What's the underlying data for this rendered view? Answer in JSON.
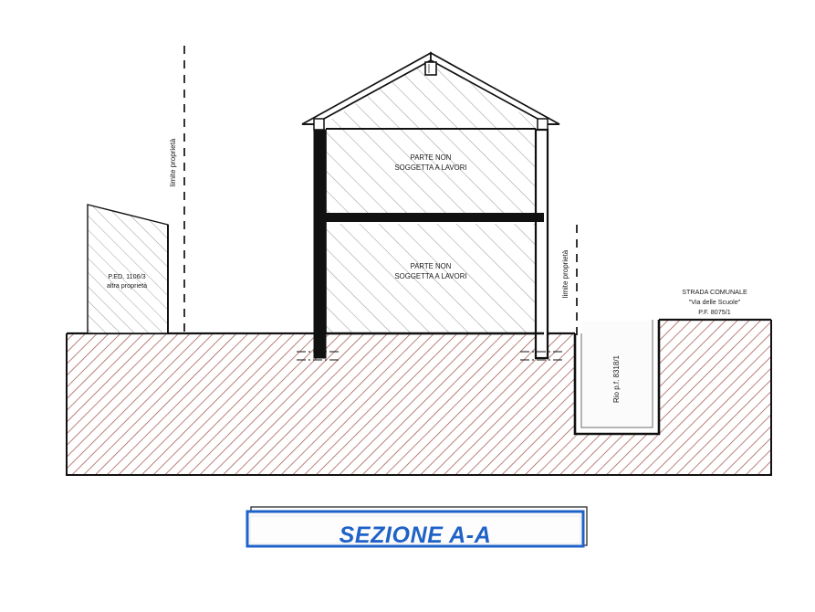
{
  "drawing": {
    "type": "architectural-section",
    "title": "SEZIONE A-A",
    "background_color": "#ffffff",
    "ink_color": "#111111",
    "ground_hatch_color": "#a05a52",
    "building_hatch_color": "#9aa0a6",
    "title_color": "#1f62c8"
  },
  "labels": {
    "upper_floor_line1": "PARTE NON",
    "upper_floor_line2": "SOGGETTA A LAVORI",
    "lower_floor_line1": "PARTE NON",
    "lower_floor_line2": "SOGGETTA A LAVORI",
    "left_building_line1": "P.ED. 1106/3",
    "left_building_line2": "altra proprietà",
    "road_line1": "STRADA COMUNALE",
    "road_line2": "\"Via delle Scuole\"",
    "road_line3": "P.F. 8075/1",
    "stream": "Rio p.f. 8318/1",
    "property_limit_left": "limite proprietà",
    "property_limit_right": "limite proprietà"
  },
  "title_block": {
    "caption": "SEZIONE A-A",
    "border_color": "#1f62c8",
    "fill_color": "#fcfcfc"
  }
}
